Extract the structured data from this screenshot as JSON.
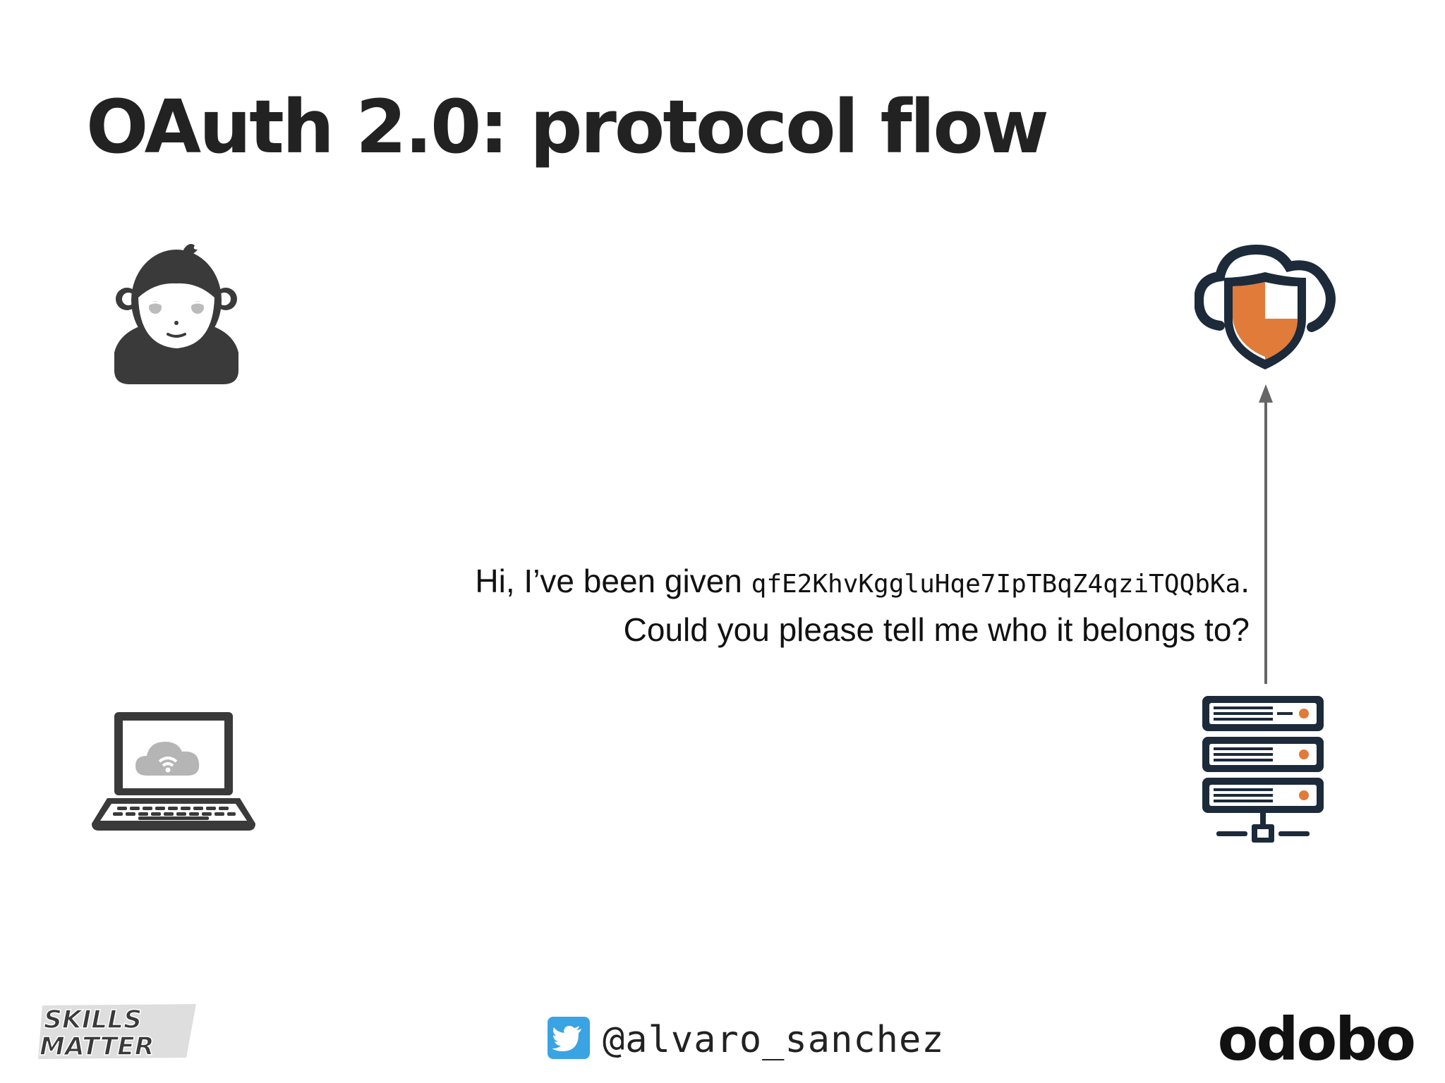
{
  "slide": {
    "title": "OAuth 2.0: protocol flow"
  },
  "actors": {
    "user": {
      "icon": "user-avatar-icon"
    },
    "client": {
      "icon": "laptop-cloud-icon"
    },
    "authorization_server": {
      "icon": "cloud-shield-icon"
    },
    "resource_server": {
      "icon": "server-rack-icon"
    }
  },
  "message": {
    "line1_prefix": "Hi, I’ve been given ",
    "token": "qfE2KhvKggluHqe7IpTBqZ4qziTQQbKa",
    "line1_suffix": ".",
    "line2": "Could you please tell me who it belongs to?"
  },
  "footer": {
    "twitter_handle": "@alvaro_sanchez",
    "twitter_icon": "twitter-bird-icon",
    "sponsor_logo_text": "odobo",
    "event_logo_text": "SKILLS MATTER"
  },
  "colors": {
    "accent_orange": "#e07b39",
    "dark_navy": "#1c2a3a",
    "icon_dark": "#3a3a3a",
    "arrow_gray": "#666666",
    "twitter_blue": "#3aa3e3"
  }
}
